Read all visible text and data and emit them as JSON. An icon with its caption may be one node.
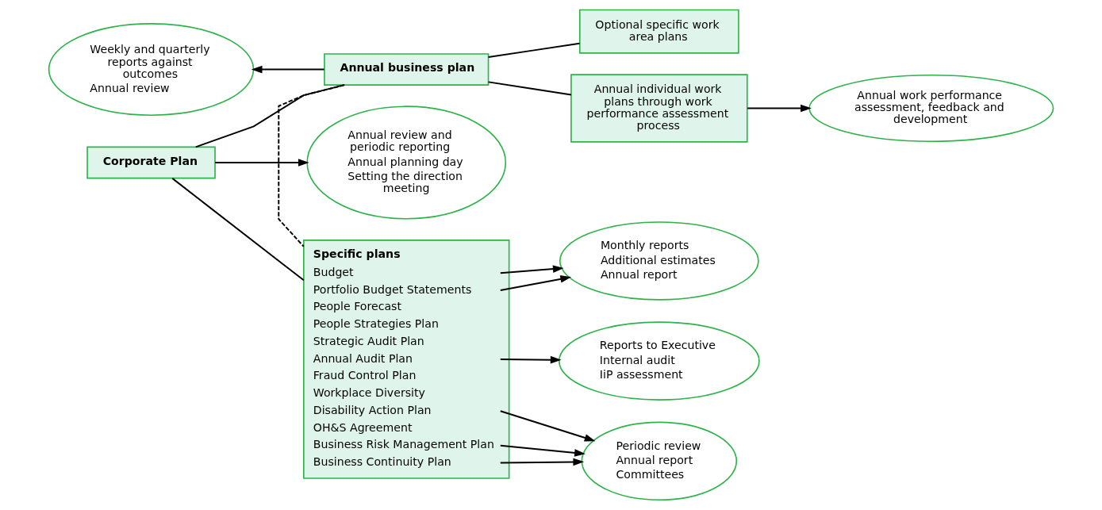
{
  "diagram": {
    "nodes": [
      {
        "text": [
          "Corporate Plan"
        ]
      },
      {
        "text": [
          "Annual review and periodic reporting",
          "Annual planning day",
          "Setting the direction meeting"
        ]
      },
      {
        "text": [
          "Annual business plan"
        ]
      },
      {
        "text": [
          "Weekly and quarterly reports against outcomes",
          "Annual review"
        ]
      },
      {
        "text": [
          "Specific plans",
          "Budget",
          "Portfolio Budget Statements",
          "People Forecast",
          "People Strategies Plan",
          "Strategic Audit Plan",
          "Annual Audit Plan",
          "Fraud Control Plan",
          "Workplace Diversity",
          "Disability Action Plan",
          "OH&S Agreement",
          "Business Risk Management Plan",
          "Business Continuity Plan"
        ]
      },
      {
        "text": [
          "Annual individual work plans through work performance assessment process"
        ]
      },
      {
        "text": [
          "Optional specific work area plans"
        ]
      },
      {
        "text": [
          "Annual work performance assessment, feedback and development"
        ]
      },
      {
        "text": [
          "Monthly reports",
          "Additional estimates",
          "Annual report"
        ]
      },
      {
        "text": [
          "Reports to Executive",
          "Internal audit",
          "IiP assessment"
        ]
      },
      {
        "text": [
          "Periodic review",
          "Annual report",
          "Committees"
        ]
      }
    ],
    "edges": [
      {
        "from": 0,
        "to": 1,
        "arrow": "to"
      },
      {
        "from": 0,
        "to": 2,
        "arrow": "none"
      },
      {
        "from": 0,
        "to": 4,
        "arrow": "none"
      },
      {
        "from": 2,
        "to": 3,
        "arrow": "to"
      },
      {
        "from": 2,
        "to": 4,
        "arrow": "none",
        "style": "dashed"
      },
      {
        "from": 2,
        "to": 5,
        "arrow": "none"
      },
      {
        "from": 2,
        "to": 6,
        "arrow": "none"
      },
      {
        "from": 5,
        "to": 7,
        "arrow": "to"
      },
      {
        "from": 4,
        "to": 8,
        "arrow": "to"
      },
      {
        "from": 4,
        "to": 8,
        "arrow": "to"
      },
      {
        "from": 4,
        "to": 9,
        "arrow": "to"
      },
      {
        "from": 4,
        "to": 10,
        "arrow": "to"
      },
      {
        "from": 4,
        "to": 10,
        "arrow": "to"
      },
      {
        "from": 4,
        "to": 10,
        "arrow": "to"
      }
    ]
  }
}
